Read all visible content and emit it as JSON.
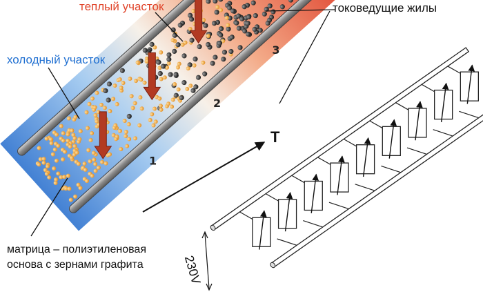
{
  "labels": {
    "hot_zone": "теплый участок",
    "cold_zone": "холодный участок",
    "conductors": "токоведущие жилы",
    "matrix_line1": "матрица – полиэтиленовая",
    "matrix_line2": "основа с зернами графита",
    "temperature_axis": "T",
    "voltage": "230V"
  },
  "zones": [
    {
      "number": "1",
      "kind": "cold"
    },
    {
      "number": "2",
      "kind": "transition"
    },
    {
      "number": "3",
      "kind": "hot"
    }
  ],
  "colors": {
    "cold": "#2e73cf",
    "hot": "#e0442a",
    "grain_cold": "#f2a93b",
    "grain_hot": "#222222",
    "arrow": "#a83420",
    "conductor": "#8a8a8a"
  },
  "resistor_count": 9
}
